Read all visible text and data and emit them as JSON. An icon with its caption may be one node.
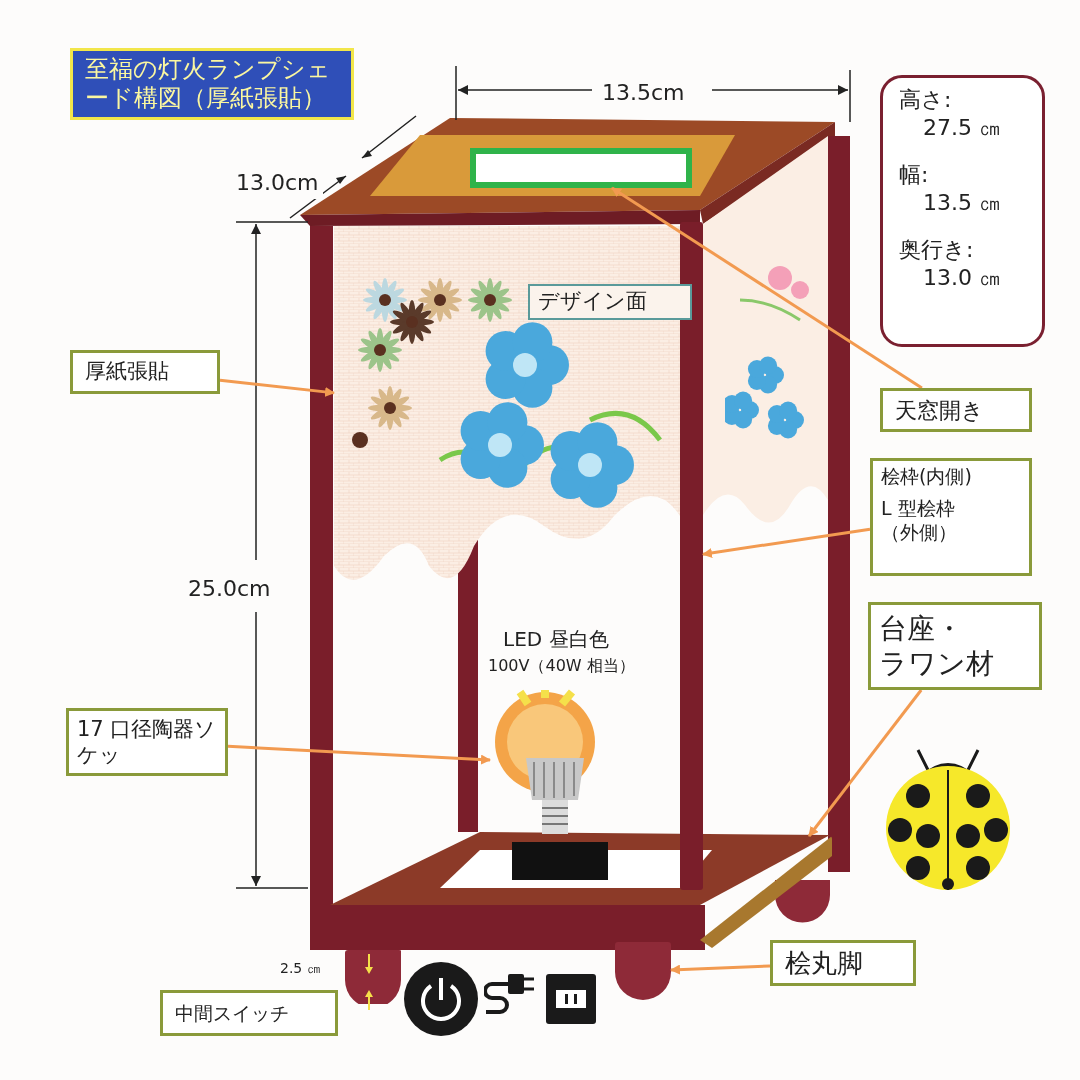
{
  "diagram": {
    "title": "至福の灯火ランプシェード構図（厚紙張貼）",
    "nodes": [
      {
        "text": [
          "高さ:",
          "27.5 ㎝",
          "幅:",
          "13.5 ㎝",
          "奥行き:",
          "13.0 ㎝"
        ]
      },
      {
        "text": [
          "デザイン面"
        ]
      },
      {
        "text": [
          "厚紙張貼"
        ]
      },
      {
        "text": [
          "天窓開き"
        ]
      },
      {
        "text": [
          "桧枠(内側)",
          "L 型桧枠（外側）"
        ]
      },
      {
        "text": [
          "台座・ラワン材"
        ]
      },
      {
        "text": [
          "17 口径陶器ソケッ"
        ]
      },
      {
        "text": [
          "桧丸脚"
        ]
      },
      {
        "text": [
          "中間スイッチ"
        ]
      },
      {
        "text": [],
        "shape": "box"
      },
      {
        "text": [],
        "shape": "box"
      },
      {
        "text": [],
        "shape": "bar"
      },
      {
        "text": [],
        "shape": "bar"
      },
      {
        "text": [],
        "shape": "picture",
        "beside": [
          "LED 昼白色",
          "100V（40W 相当）"
        ]
      },
      {
        "text": [],
        "shape": "bar"
      },
      {
        "text": [],
        "shape": "bar"
      }
    ],
    "edges": [
      {
        "from": 2,
        "to": 10,
        "arrow": "to"
      },
      {
        "from": 3,
        "to": 9,
        "arrow": "to"
      },
      {
        "from": 4,
        "to": 11,
        "arrow": "to"
      },
      {
        "from": 5,
        "to": 12,
        "arrow": "to"
      },
      {
        "from": 6,
        "to": 13,
        "arrow": "to"
      },
      {
        "from": 7,
        "to": 14,
        "arrow": "to"
      }
    ],
    "labels": [
      "13.5cm",
      "13.0cm",
      "25.0cm",
      "2.5 ㎝"
    ]
  }
}
